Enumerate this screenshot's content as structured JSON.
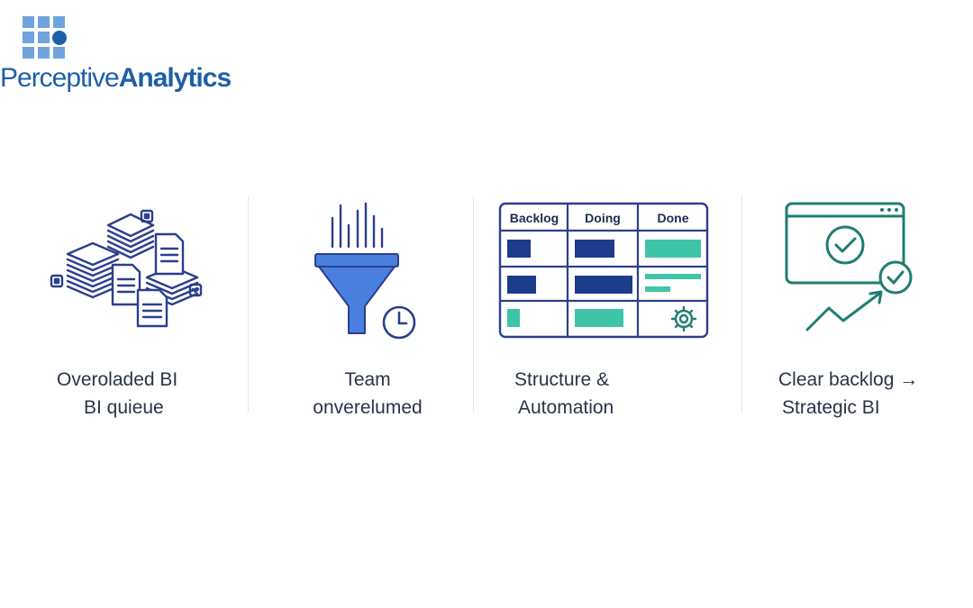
{
  "brand": {
    "name_part1": "Perceptive",
    "name_part2": "Analytics",
    "color_primary": "#1f5fa8",
    "color_light": "#6fa4dc"
  },
  "steps": [
    {
      "line1": "Overoladed BI",
      "line2": "BI quieue",
      "icon": "stacked-documents-icon"
    },
    {
      "line1": "Team",
      "line2": "onverelumed",
      "icon": "funnel-clock-icon"
    },
    {
      "line1": "Structure &",
      "line2": "Automation",
      "icon": "kanban-board-icon"
    },
    {
      "line1": "Clear backlog →",
      "line2": "Strategic BI",
      "icon": "monitor-check-growth-icon"
    }
  ],
  "kanban": {
    "columns": [
      "Backlog",
      "Doing",
      "Done"
    ]
  },
  "colors": {
    "navy": "#1e3c8c",
    "blue": "#4a7fe0",
    "teal": "#3ec4a6",
    "dark_teal": "#1f7d72",
    "text": "#2a3347"
  }
}
